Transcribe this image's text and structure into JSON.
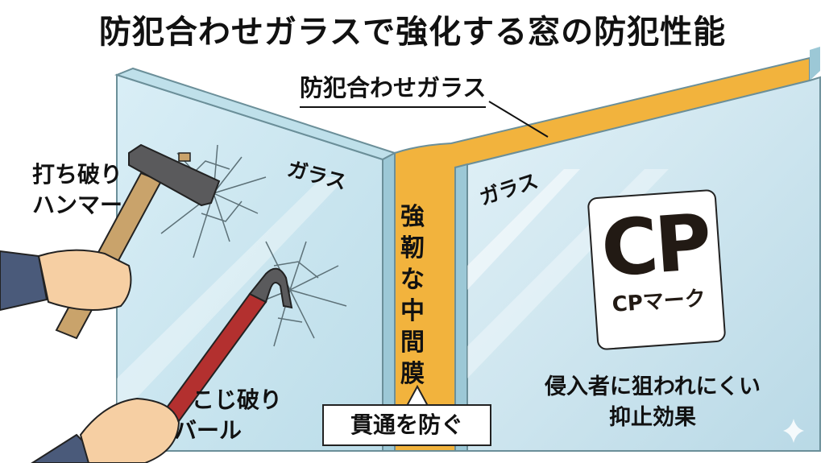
{
  "title": "防犯合わせガラスで強化する窓の防犯性能",
  "labels": {
    "laminated_glass": "防犯合わせガラス",
    "glass_left": "ガラス",
    "glass_right": "ガラス",
    "hammer_line1": "打ち破り",
    "hammer_line2": "ハンマー",
    "bar_line1": "こじ破り",
    "bar_line2": "バール",
    "interlayer": "強靭な中間膜",
    "callout": "貫通を防ぐ",
    "cp_mark_big": "CP",
    "cp_mark_small": "CPマーク",
    "effect_line1": "侵入者に狙われにくい",
    "effect_line2": "抑止効果"
  },
  "icons": [
    "hammer-icon",
    "crowbar-icon",
    "cracked-glass-icon",
    "cp-mark-icon",
    "sparkle-icon"
  ],
  "colors": {
    "glass": "#cfe6f0",
    "glass_edge": "#9cc8d6",
    "interlayer": "#f2b33d",
    "outline": "#4a6e78",
    "hammer_head": "#5a5a5c",
    "handle": "#c9a36b",
    "crowbar": "#b3302f",
    "sleeve": "#4a5a7a",
    "skin": "#f6cfa3"
  }
}
